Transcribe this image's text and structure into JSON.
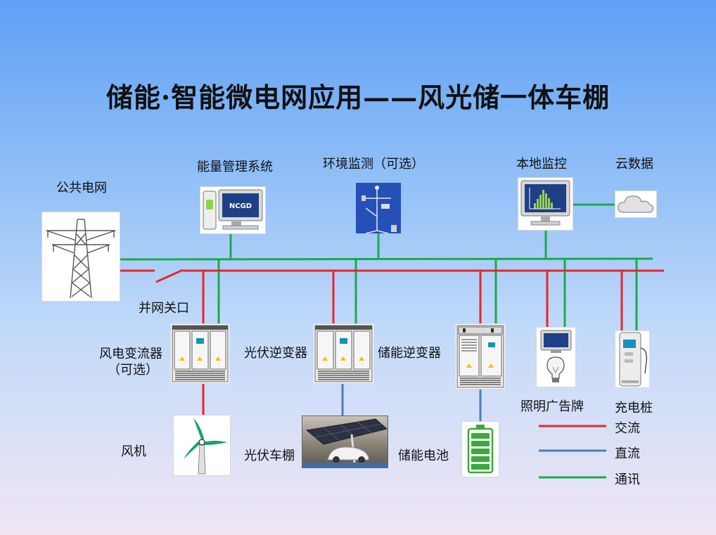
{
  "title": "储能·智能微电网应用——风光储一体车棚",
  "labels": {
    "public_grid": "公共电网",
    "ems": "能量管理系统",
    "env_monitor": "环境监测（可选）",
    "local_monitor": "本地监控",
    "cloud": "云数据",
    "grid_switch": "并网关口",
    "wind_converter_line1": "风电变流器",
    "wind_converter_line2": "（可选）",
    "pv_inverter": "光伏逆变器",
    "storage_inverter": "储能逆变器",
    "lighting_sign": "照明广告牌",
    "charging_pile": "充电桩",
    "wind_turbine": "风机",
    "pv_carport": "光伏车棚",
    "storage_battery": "储能电池"
  },
  "ems_screen_text": "NCGD",
  "legend": {
    "ac": "交流",
    "dc": "直流",
    "comm": "通讯"
  },
  "colors": {
    "ac": "#e8262a",
    "dc": "#4a7fb8",
    "comm": "#1aaa4a"
  }
}
